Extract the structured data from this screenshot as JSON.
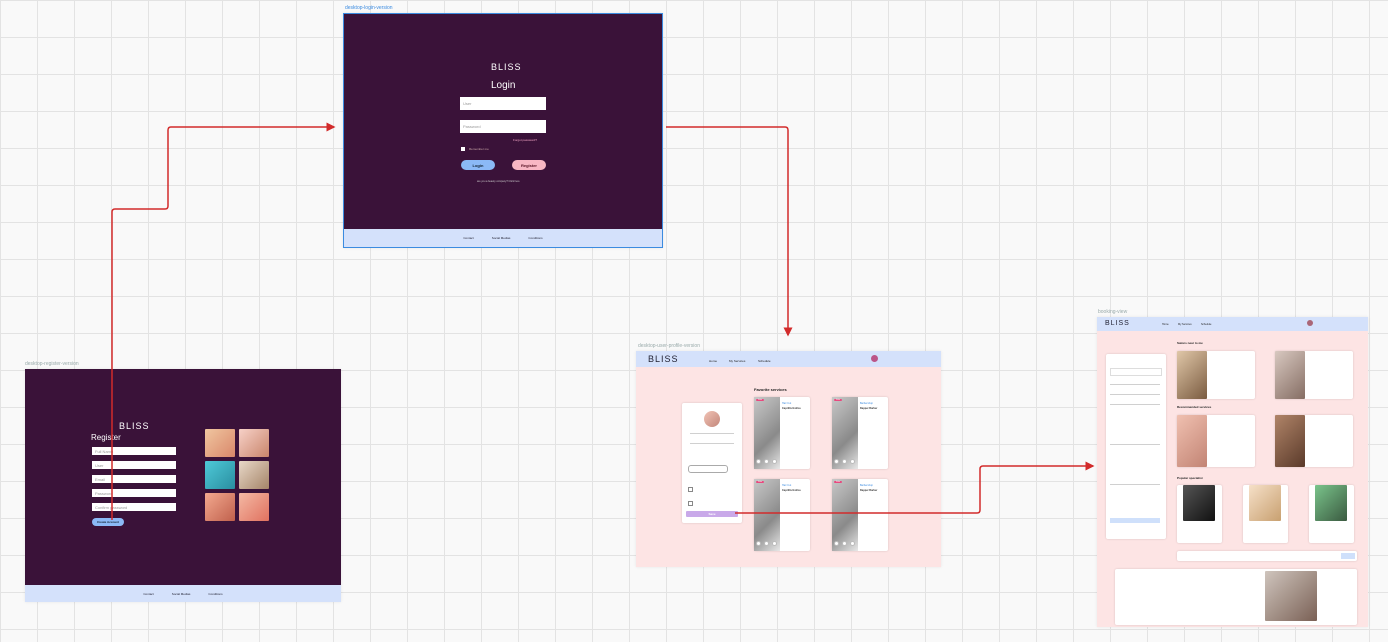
{
  "frames": {
    "login": {
      "label": "desktop-login-version",
      "brand": "BLISS",
      "title": "Login",
      "user_placeholder": "User",
      "password_placeholder": "Password",
      "forgot": "Forgot password?",
      "remember": "Remember me",
      "login_btn": "Login",
      "register_btn": "Register",
      "company_link": "are you a beauty company? Click here",
      "footer": [
        "Contact",
        "Social Medias",
        "Conditions"
      ]
    },
    "register": {
      "label": "desktop-register-version",
      "brand": "BLISS",
      "title": "Register",
      "fields": [
        "Full Name",
        "User",
        "Email",
        "Password",
        "Confirm password"
      ],
      "create_btn": "Create Account",
      "footer": [
        "Contact",
        "Social Medias",
        "Conditions"
      ]
    },
    "profile": {
      "label": "desktop-user-profile-version",
      "brand": "BLISS",
      "nav": [
        "Home",
        "My Services",
        "Schedule"
      ],
      "section_title": "Favorite services",
      "save_btn": "Save",
      "services": [
        {
          "tag": "Sale",
          "category": "Hair Cut",
          "name": "Caprillis Estilos"
        },
        {
          "tag": "Sale",
          "category": "Barbershop",
          "name": "Dapper Barber"
        },
        {
          "tag": "Sale",
          "category": "Hair Cut",
          "name": "Caprillis Estilos"
        },
        {
          "tag": "Sale",
          "category": "Barbershop",
          "name": "Dapper Barber"
        }
      ]
    },
    "booking": {
      "label": "booking-view",
      "brand": "BLISS",
      "nav": [
        "Home",
        "My Services",
        "Schedule"
      ],
      "sections": [
        "Salons near to me",
        "Recommended services",
        "Popular specialist"
      ]
    }
  },
  "colors": {
    "purple": "#3a1239",
    "footer": "#d4e1fb",
    "pink_bg": "#fde4e4",
    "arrow": "#d22b2b",
    "login_btn": "#8bb9f6",
    "register_btn": "#f8b7c4"
  }
}
